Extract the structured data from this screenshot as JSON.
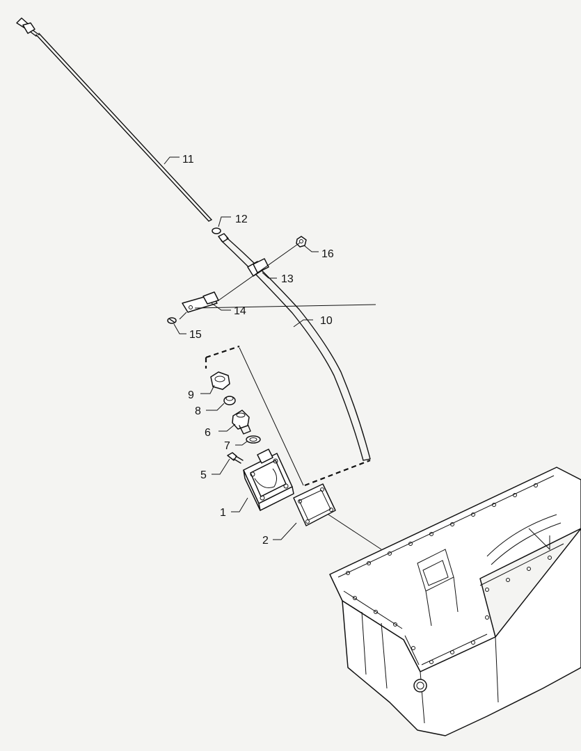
{
  "callouts": [
    {
      "id": "1",
      "text": "1"
    },
    {
      "id": "2",
      "text": "2"
    },
    {
      "id": "5",
      "text": "5"
    },
    {
      "id": "6",
      "text": "6"
    },
    {
      "id": "7",
      "text": "7"
    },
    {
      "id": "8",
      "text": "8"
    },
    {
      "id": "9",
      "text": "9"
    },
    {
      "id": "10",
      "text": "10"
    },
    {
      "id": "11",
      "text": "11"
    },
    {
      "id": "12",
      "text": "12"
    },
    {
      "id": "13",
      "text": "13"
    },
    {
      "id": "14",
      "text": "14"
    },
    {
      "id": "15",
      "text": "15"
    },
    {
      "id": "16",
      "text": "16"
    }
  ]
}
